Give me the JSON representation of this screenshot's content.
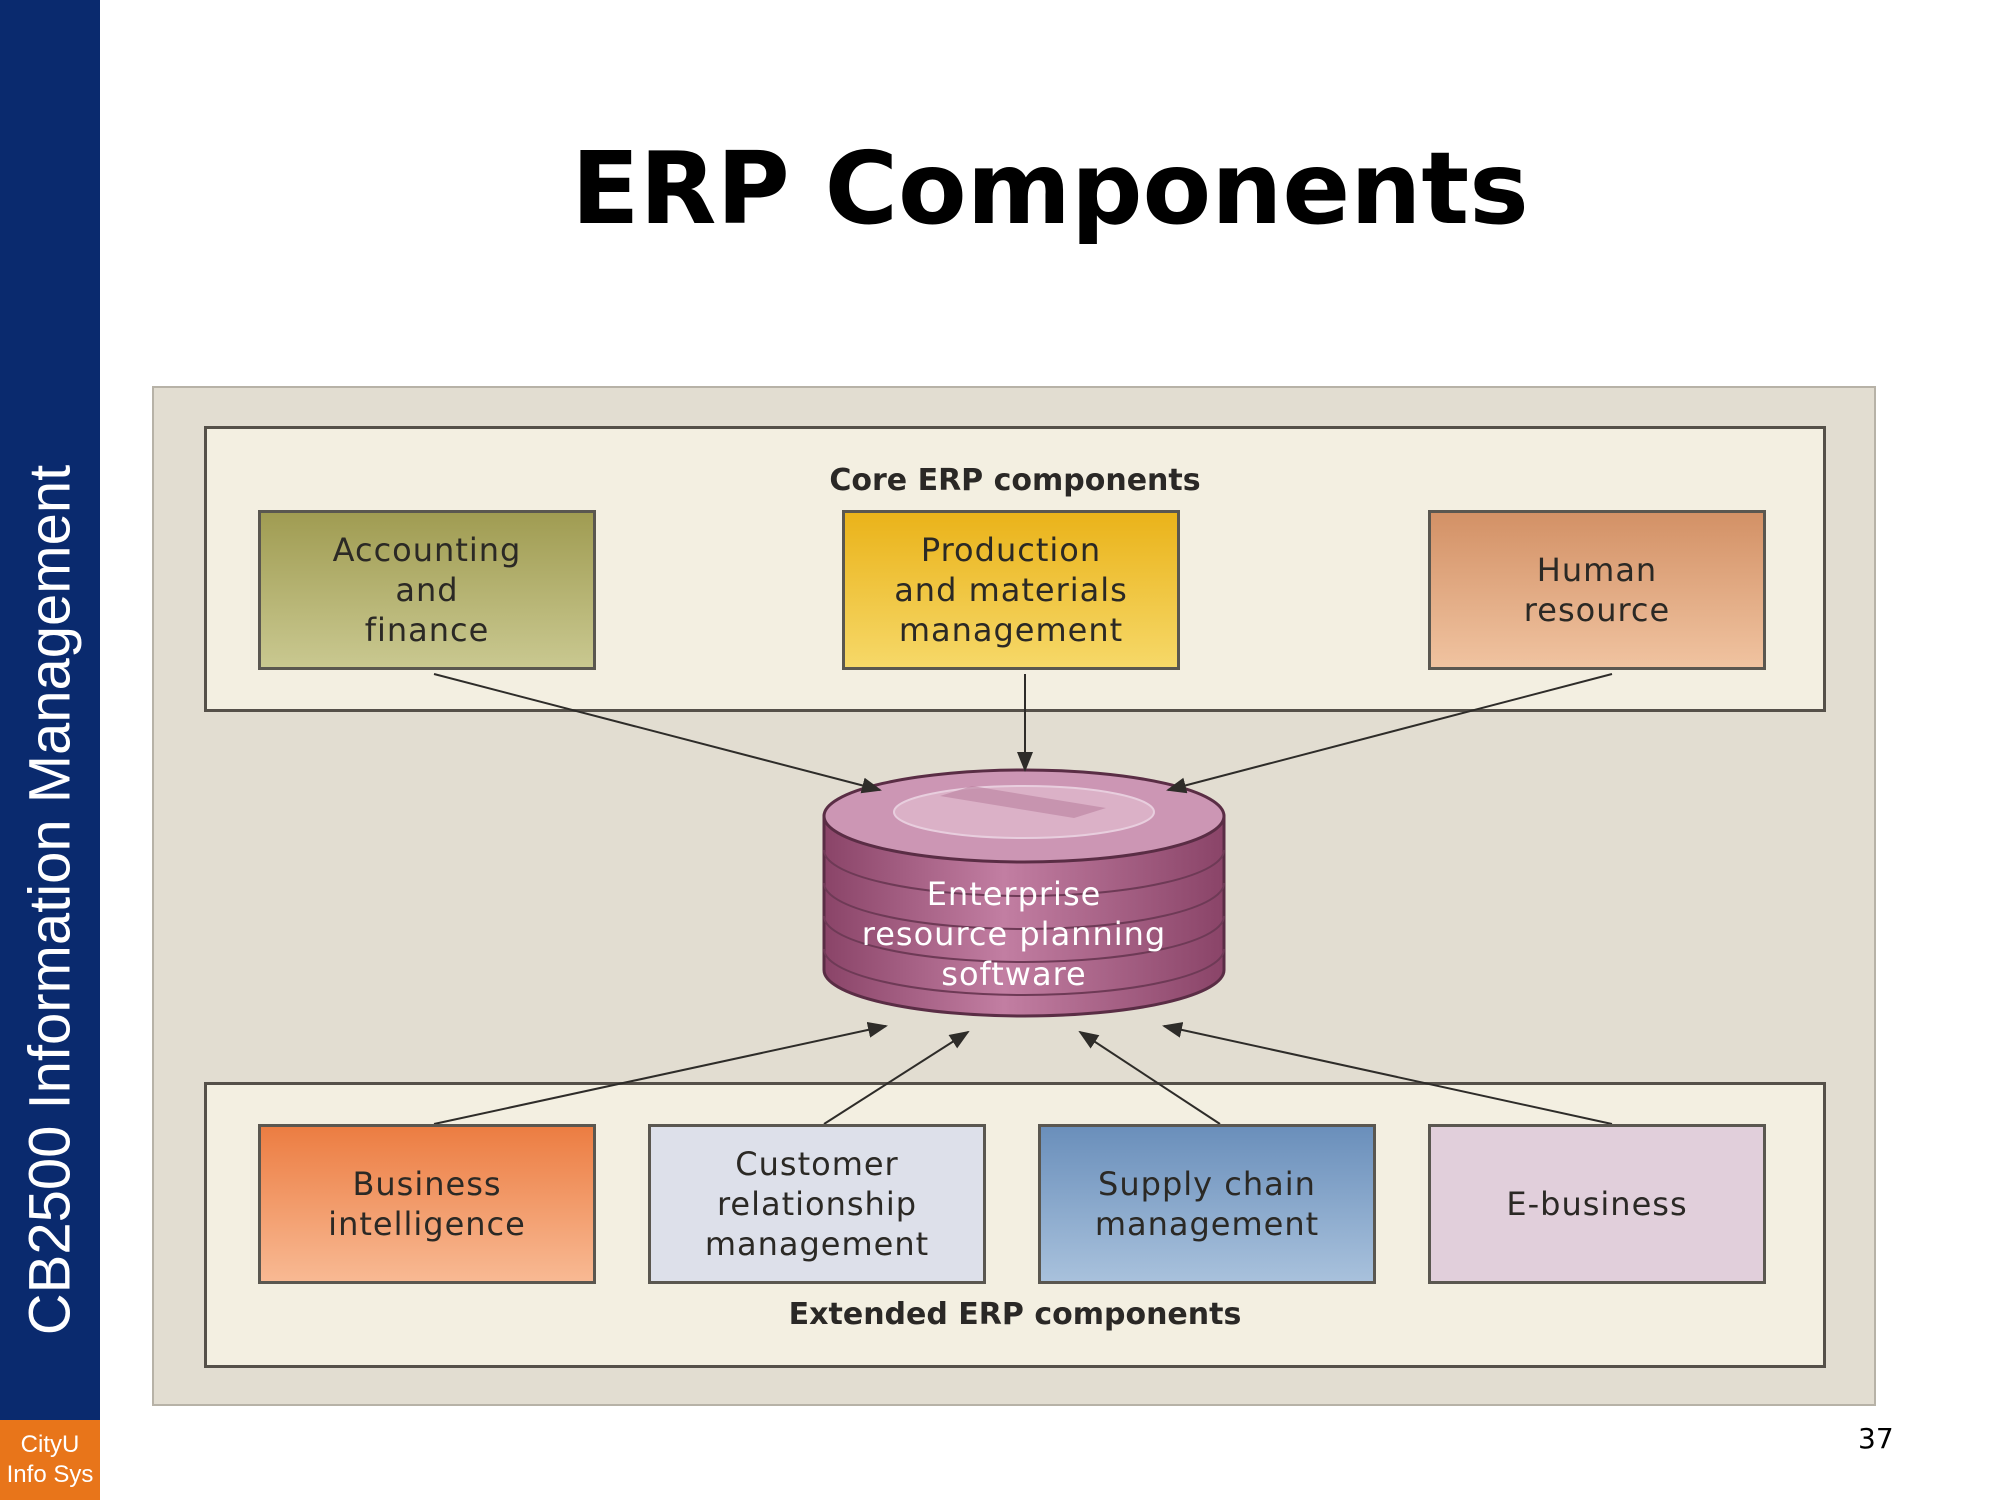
{
  "sidebar": {
    "title": "CB2500 Information Management",
    "org_line1": "CityU",
    "org_line2": "Info Sys"
  },
  "slide": {
    "title": "ERP Components",
    "page_number": "37"
  },
  "diagram": {
    "core_label": "Core ERP components",
    "extended_label": "Extended ERP components",
    "center": {
      "lines": [
        "Enterprise",
        "resource planning",
        "software"
      ]
    },
    "core_components": [
      {
        "lines": [
          "Accounting",
          "and",
          "finance"
        ]
      },
      {
        "lines": [
          "Production",
          "and materials",
          "management"
        ]
      },
      {
        "lines": [
          "Human",
          "resource"
        ]
      }
    ],
    "extended_components": [
      {
        "lines": [
          "Business",
          "intelligence"
        ]
      },
      {
        "lines": [
          "Customer",
          "relationship",
          "management"
        ]
      },
      {
        "lines": [
          "Supply chain",
          "management"
        ]
      },
      {
        "lines": [
          "E-business"
        ]
      }
    ]
  },
  "colors": {
    "sidebar": "#0a2a6e",
    "badge": "#e8751a",
    "accounting": "#a09c52",
    "production": "#eab31a",
    "human_resource": "#d39166",
    "business_intelligence": "#ec7d42",
    "crm": "#dde0ea",
    "supply_chain": "#6a8fbb",
    "e_business": "#e1cfdb",
    "database": "#b0668a"
  }
}
